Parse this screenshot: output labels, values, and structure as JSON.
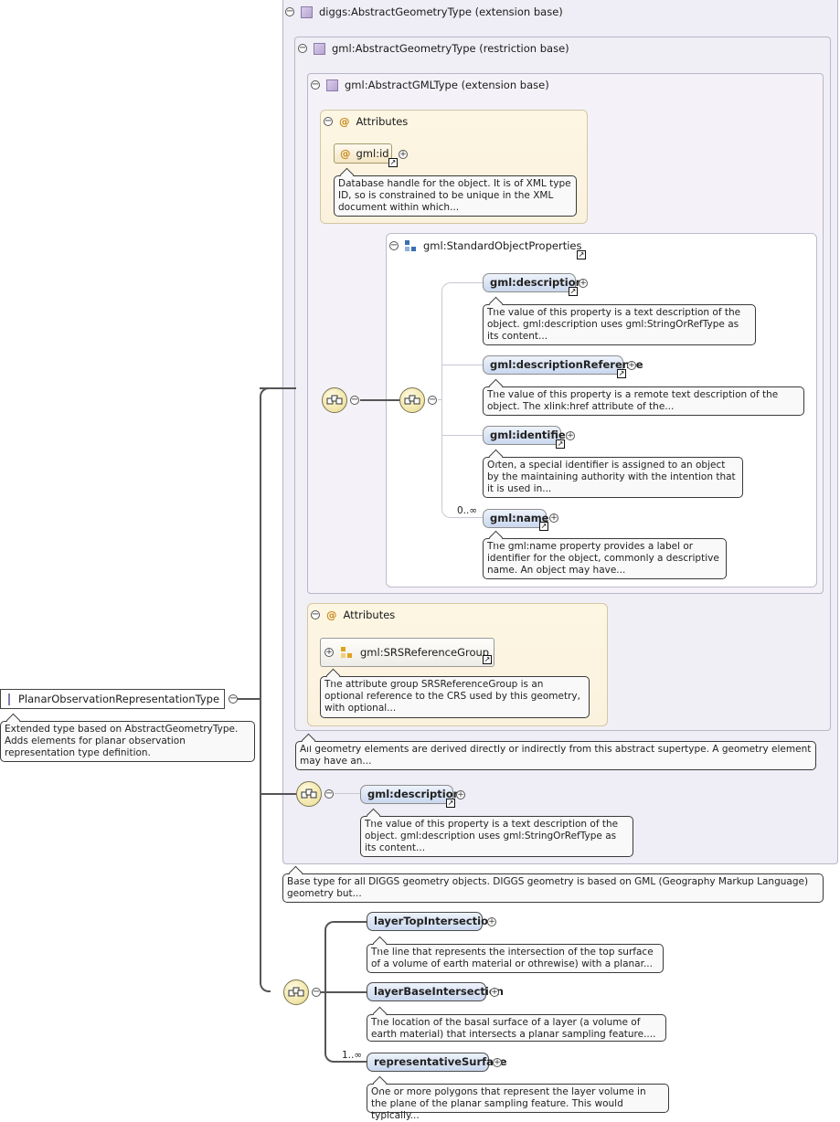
{
  "root": {
    "name": "PlanarObservationRepresentationType",
    "doc": "Extended type based on AbstractGeometryType. Adds elements for planar observation representation type definition."
  },
  "diggs_base": {
    "title": "diggs:AbstractGeometryType (extension base)",
    "doc": "Base type for all DIGGS geometry objects. DIGGS geometry is based on GML (Geography Markup Language) geometry but..."
  },
  "gml_geom_base": {
    "title": "gml:AbstractGeometryType (restriction base)",
    "doc": "All geometry elements are derived directly or indirectly from this abstract supertype. A geometry element may have an..."
  },
  "gml_gmltype": {
    "title": "gml:AbstractGMLType (extension base)"
  },
  "attributes1": {
    "title": "Attributes",
    "item": "gml:id",
    "item_icon": "@",
    "doc": "Database handle for the object. It is of XML type ID, so is constrained to be unique in the XML document within which..."
  },
  "std_props": {
    "title": "gml:StandardObjectProperties",
    "items": [
      {
        "label": "gml:description",
        "doc": "The value of this property is a text description of the object. gml:description uses gml:StringOrRefType as its content..."
      },
      {
        "label": "gml:descriptionReference",
        "doc": "The value of this property is a remote text description of the object. The xlink:href attribute of the..."
      },
      {
        "label": "gml:identifier",
        "doc": "Often, a special identifier is assigned to an object by the maintaining authority with the intention that it is used in..."
      },
      {
        "label": "gml:name",
        "doc": "The gml:name property provides a label or identifier for the object, commonly a descriptive name. An object may have...",
        "cardinality": "0..∞"
      }
    ]
  },
  "attributes2": {
    "title": "Attributes",
    "item": "gml:SRSReferenceGroup",
    "doc": "The attribute group SRSReferenceGroup is an optional reference to the CRS used by this geometry, with optional..."
  },
  "diggs_desc": {
    "label": "gml:description",
    "doc": "The value of this property is a text description of the object. gml:description uses gml:StringOrRefType as its content..."
  },
  "planar_seq": [
    {
      "label": "layerTopIntersection",
      "doc": "The line that represents the intersection of the top surface of a volume of earth material or othrewise) with a planar..."
    },
    {
      "label": "layerBaseIntersection",
      "doc": "The location of the basal surface of a layer (a volume of earth material) that intersects a planar sampling feature...."
    },
    {
      "label": "representativeSurface",
      "doc": "One or more polygons that represent the layer volume in the plane of the planar sampling feature. This would typically...",
      "cardinality": "1..∞"
    }
  ],
  "icons": {
    "minus": "⊖",
    "plus": "+",
    "link_arrow": "↗"
  }
}
